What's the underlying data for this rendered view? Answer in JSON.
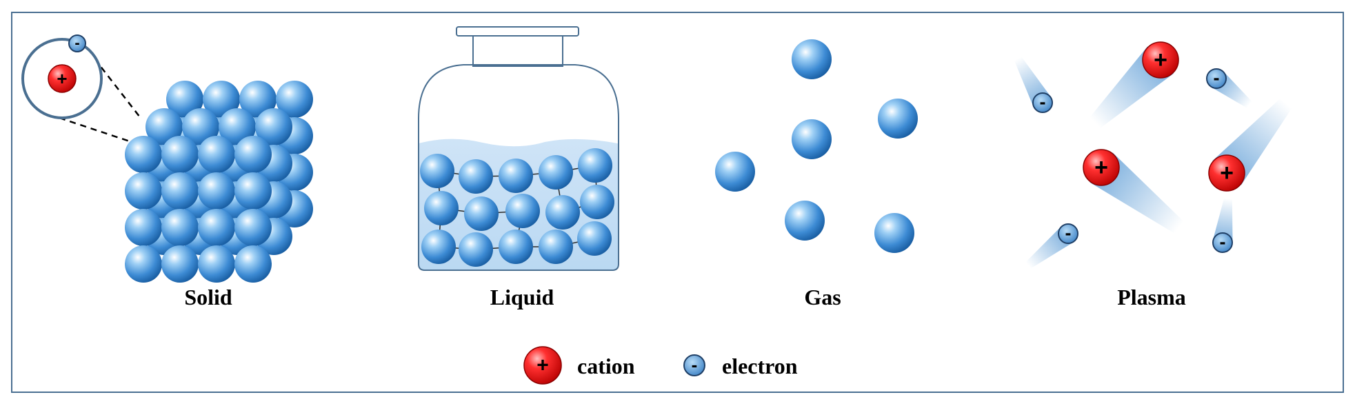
{
  "states": [
    {
      "key": "solid",
      "label": "Solid"
    },
    {
      "key": "liquid",
      "label": "Liquid"
    },
    {
      "key": "gas",
      "label": "Gas"
    },
    {
      "key": "plasma",
      "label": "Plasma"
    }
  ],
  "legend": {
    "cation": {
      "label": "cation",
      "symbol": "+"
    },
    "electron": {
      "label": "electron",
      "symbol": "-"
    }
  },
  "colors": {
    "frame": "#4a6f91",
    "atom_light": "#9fd0f5",
    "atom_mid": "#3d8bd4",
    "atom_dark": "#14589c",
    "cation_light": "#ff6a6a",
    "cation_dark": "#cc0000",
    "electron_fill": "#5b9bd5",
    "electron_stroke": "#1f3f66"
  },
  "icons": {
    "cation": "plus-in-red-circle",
    "electron": "minus-in-blue-circle"
  }
}
